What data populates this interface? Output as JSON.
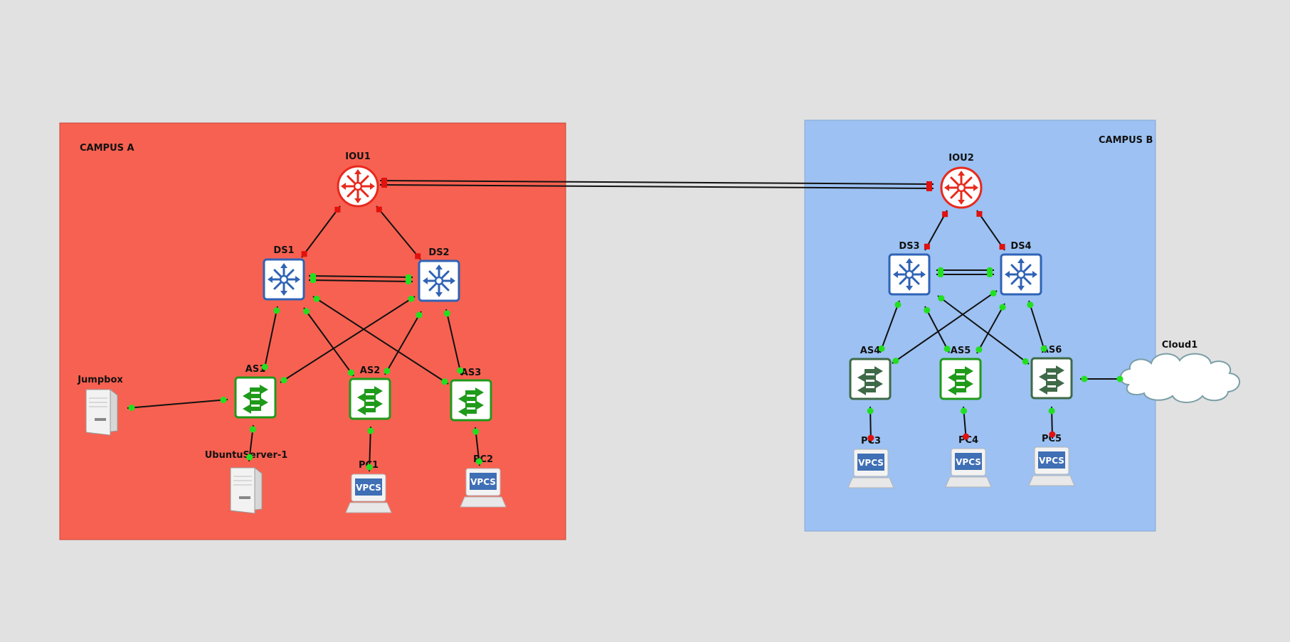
{
  "zones": [
    {
      "key": "campus_a",
      "label": "CAMPUS A",
      "color": "#f76151"
    },
    {
      "key": "campus_b",
      "label": "CAMPUS B",
      "color": "#9cc1f2"
    }
  ],
  "nodes": {
    "IOU1": {
      "label": "IOU1",
      "type": "router",
      "icon": "router-icon"
    },
    "IOU2": {
      "label": "IOU2",
      "type": "router",
      "icon": "router-icon"
    },
    "DS1": {
      "label": "DS1",
      "type": "l3switch",
      "icon": "multilayer-switch-icon"
    },
    "DS2": {
      "label": "DS2",
      "type": "l3switch",
      "icon": "multilayer-switch-icon"
    },
    "DS3": {
      "label": "DS3",
      "type": "l3switch",
      "icon": "multilayer-switch-icon"
    },
    "DS4": {
      "label": "DS4",
      "type": "l3switch",
      "icon": "multilayer-switch-icon"
    },
    "AS1": {
      "label": "AS1",
      "type": "switch",
      "icon": "switch-icon"
    },
    "AS2": {
      "label": "AS2",
      "type": "switch",
      "icon": "switch-icon"
    },
    "AS3": {
      "label": "AS3",
      "type": "switch",
      "icon": "switch-icon"
    },
    "AS4": {
      "label": "AS4",
      "type": "switch",
      "icon": "switch-icon"
    },
    "AS5": {
      "label": "AS5",
      "type": "switch",
      "icon": "switch-icon"
    },
    "AS6": {
      "label": "AS6",
      "type": "switch",
      "icon": "switch-icon"
    },
    "Jumpbox": {
      "label": "Jumpbox",
      "type": "server",
      "icon": "server-icon"
    },
    "UbuntuServer1": {
      "label": "UbuntuServer-1",
      "type": "server",
      "icon": "server-icon"
    },
    "PC1": {
      "label": "PC1",
      "type": "vpcs",
      "icon": "vpcs-icon",
      "screen_text": "VPCS"
    },
    "PC2": {
      "label": "PC2",
      "type": "vpcs",
      "icon": "vpcs-icon",
      "screen_text": "VPCS"
    },
    "PC3": {
      "label": "PC3",
      "type": "vpcs",
      "icon": "vpcs-icon",
      "screen_text": "VPCS"
    },
    "PC4": {
      "label": "PC4",
      "type": "vpcs",
      "icon": "vpcs-icon",
      "screen_text": "VPCS"
    },
    "PC5": {
      "label": "PC5",
      "type": "vpcs",
      "icon": "vpcs-icon",
      "screen_text": "VPCS"
    },
    "Cloud1": {
      "label": "Cloud1",
      "type": "cloud",
      "icon": "cloud-icon"
    }
  },
  "links": [
    {
      "a": "IOU1",
      "b": "IOU2",
      "status": "down",
      "count": 2
    },
    {
      "a": "IOU1",
      "b": "DS1",
      "status": "down",
      "count": 1
    },
    {
      "a": "IOU1",
      "b": "DS2",
      "status": "down",
      "count": 1
    },
    {
      "a": "DS1",
      "b": "DS2",
      "status": "up",
      "count": 2
    },
    {
      "a": "DS1",
      "b": "AS1",
      "status": "up",
      "count": 1
    },
    {
      "a": "DS1",
      "b": "AS2",
      "status": "up",
      "count": 1
    },
    {
      "a": "DS1",
      "b": "AS3",
      "status": "up",
      "count": 1
    },
    {
      "a": "DS2",
      "b": "AS1",
      "status": "up",
      "count": 1
    },
    {
      "a": "DS2",
      "b": "AS2",
      "status": "up",
      "count": 1
    },
    {
      "a": "DS2",
      "b": "AS3",
      "status": "up",
      "count": 1
    },
    {
      "a": "AS1",
      "b": "Jumpbox",
      "status": "up",
      "count": 1
    },
    {
      "a": "AS1",
      "b": "UbuntuServer1",
      "status": "up",
      "count": 1
    },
    {
      "a": "AS2",
      "b": "PC1",
      "status": "up",
      "count": 1
    },
    {
      "a": "AS3",
      "b": "PC2",
      "status": "up",
      "count": 1
    },
    {
      "a": "IOU2",
      "b": "DS3",
      "status": "down",
      "count": 1
    },
    {
      "a": "IOU2",
      "b": "DS4",
      "status": "down",
      "count": 1
    },
    {
      "a": "DS3",
      "b": "DS4",
      "status": "up",
      "count": 2
    },
    {
      "a": "DS3",
      "b": "AS4",
      "status": "up",
      "count": 1
    },
    {
      "a": "DS3",
      "b": "AS5",
      "status": "up",
      "count": 1
    },
    {
      "a": "DS3",
      "b": "AS6",
      "status": "up",
      "count": 1
    },
    {
      "a": "DS4",
      "b": "AS4",
      "status": "up",
      "count": 1
    },
    {
      "a": "DS4",
      "b": "AS5",
      "status": "up",
      "count": 1
    },
    {
      "a": "DS4",
      "b": "AS6",
      "status": "up",
      "count": 1
    },
    {
      "a": "AS4",
      "b": "PC3",
      "status": "down-pc",
      "count": 1
    },
    {
      "a": "AS5",
      "b": "PC4",
      "status": "down-pc",
      "count": 1
    },
    {
      "a": "AS6",
      "b": "PC5",
      "status": "down-pc",
      "count": 1
    },
    {
      "a": "AS6",
      "b": "Cloud1",
      "status": "up",
      "count": 1
    }
  ],
  "colors": {
    "link": "#111111",
    "port_up": "#22e01f",
    "port_down": "#e0110e",
    "router": "#e8291c",
    "l3switch": "#2f63b5",
    "switch_campus_a": "#1f9a1a",
    "switch_dark": "#3e6a47",
    "vpcs_screen": "#3f6fb5",
    "cloud_stroke": "#7a9ea7"
  }
}
